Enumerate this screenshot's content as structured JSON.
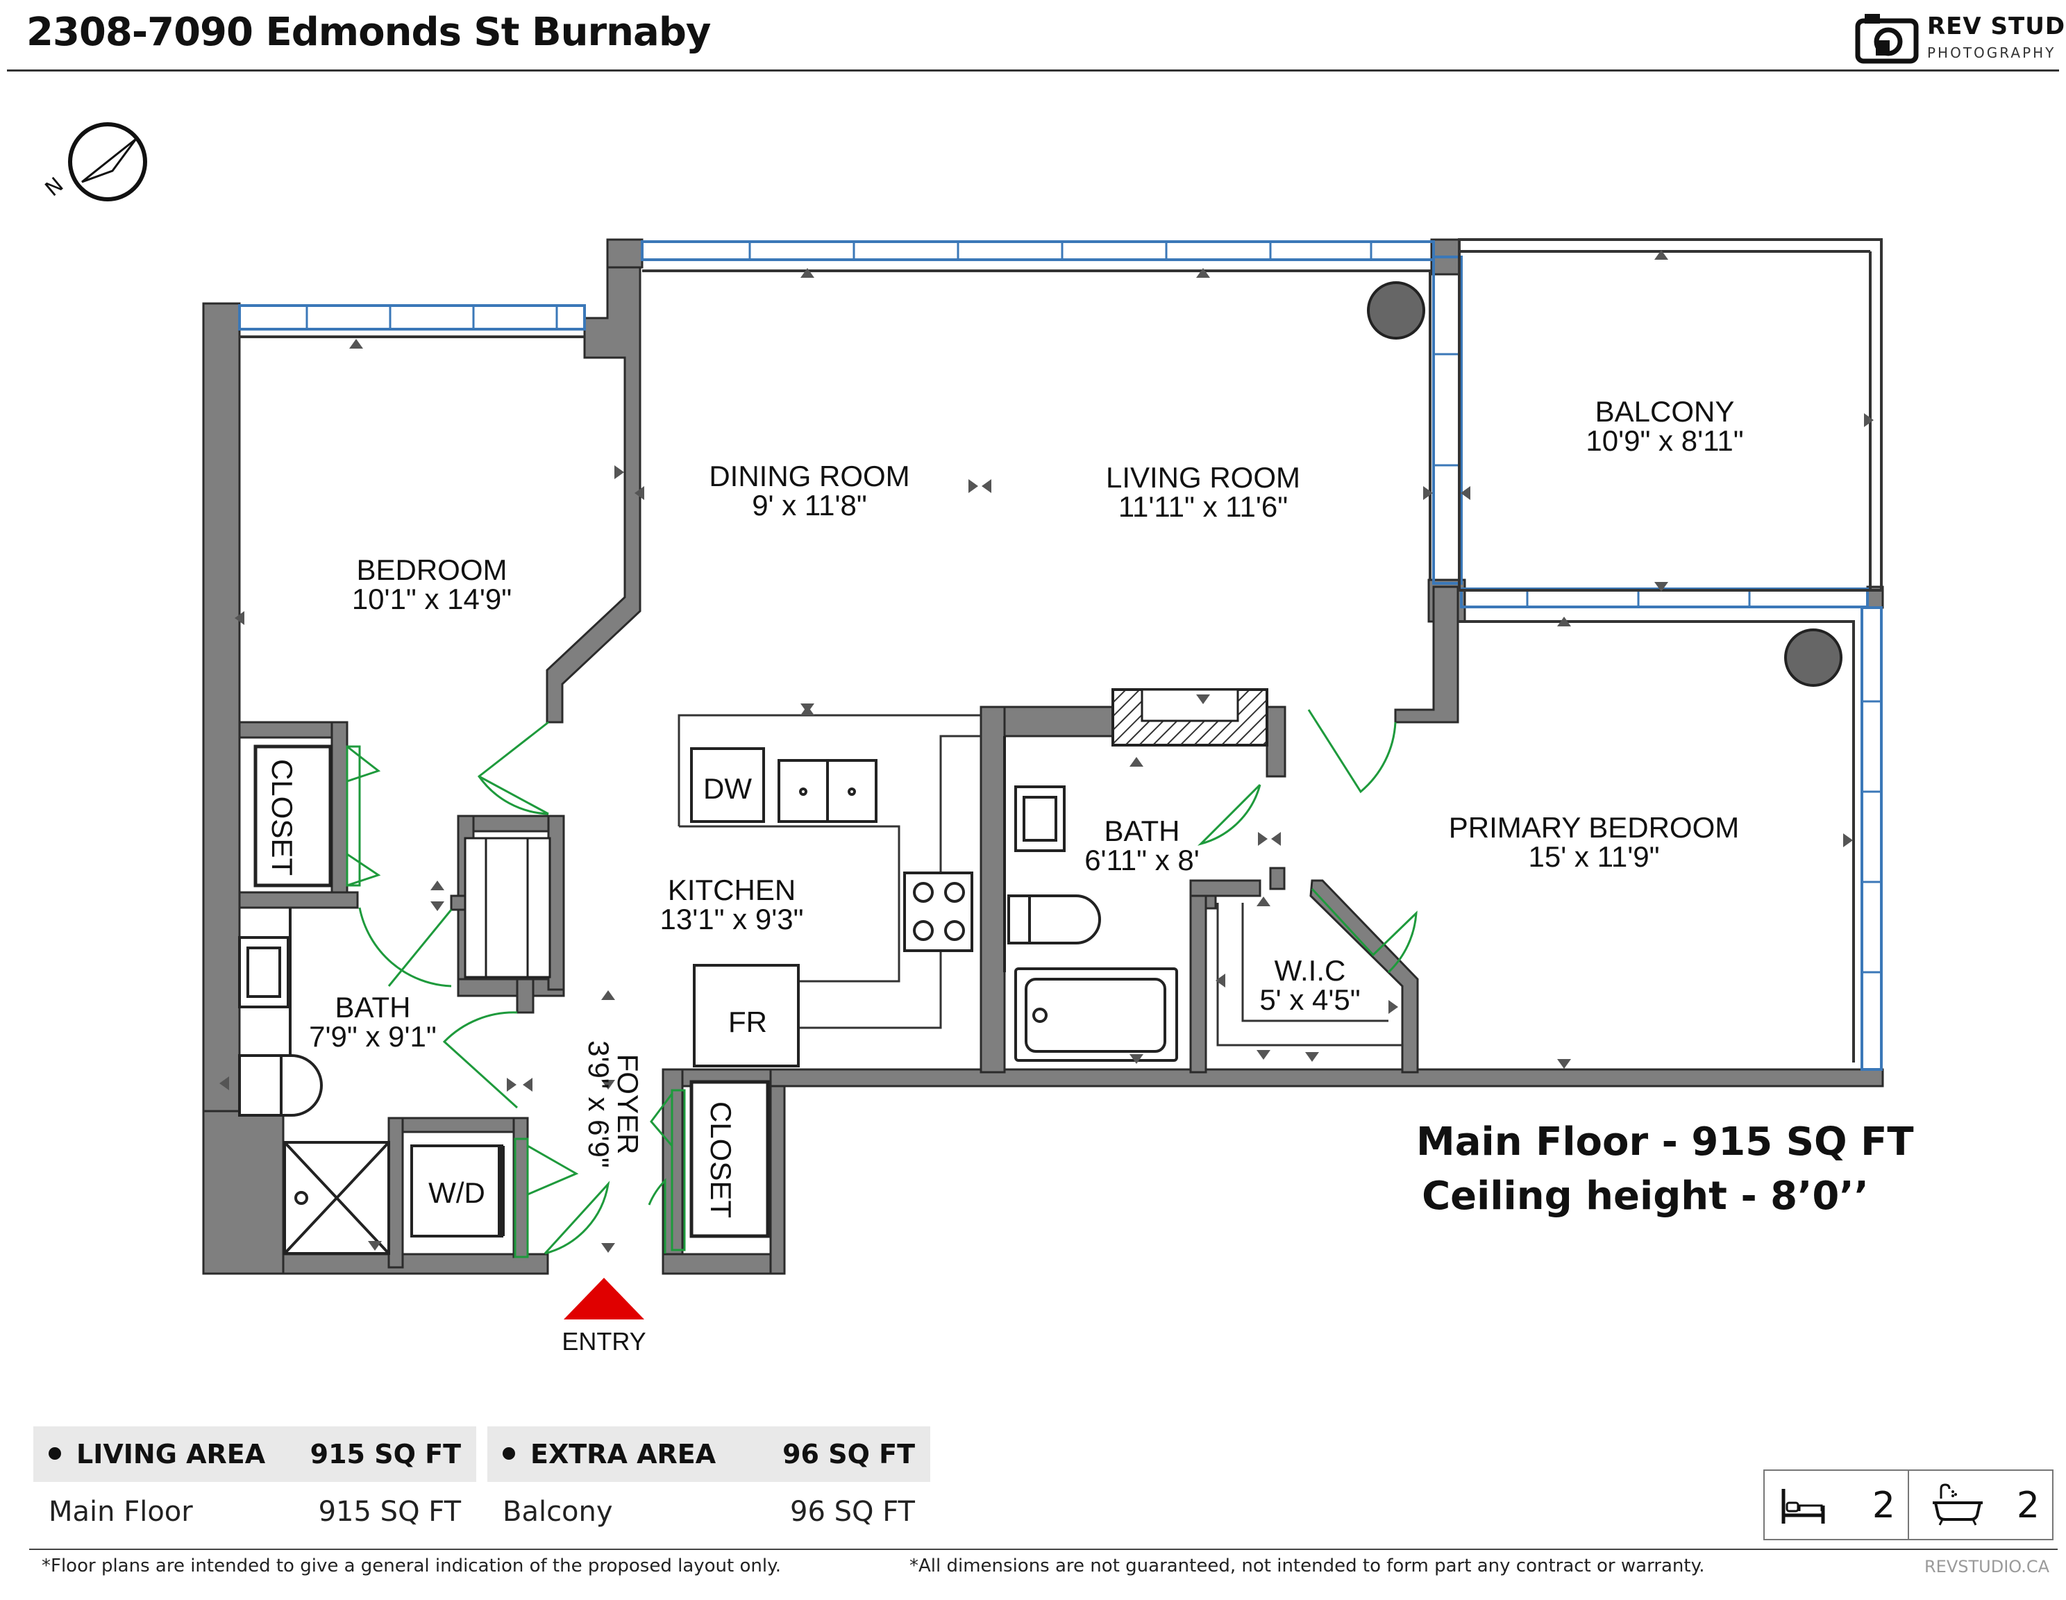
{
  "header": {
    "title": "2308-7090 Edmonds St Burnaby"
  },
  "logo": {
    "brand": "REV STUDIO",
    "sub": "PHOTOGRAPHY",
    "icon": "camera-icon"
  },
  "compass": {
    "label": "N",
    "icon": "compass-icon"
  },
  "rooms": {
    "bedroom": {
      "name": "BEDROOM",
      "size": "10'1\" x 14'9\""
    },
    "dining": {
      "name": "DINING ROOM",
      "size": "9' x 11'8\""
    },
    "living": {
      "name": "LIVING ROOM",
      "size": "11'11\" x 11'6\""
    },
    "balcony": {
      "name": "BALCONY",
      "size": "10'9\" x 8'11\""
    },
    "primary": {
      "name": "PRIMARY BEDROOM",
      "size": "15' x 11'9\""
    },
    "kitchen": {
      "name": "KITCHEN",
      "size": "13'1\" x 9'3\""
    },
    "bath2": {
      "name": "BATH",
      "size": "6'11\" x 8'"
    },
    "wic": {
      "name": "W.I.C",
      "size": "5' x 4'5\""
    },
    "bath1": {
      "name": "BATH",
      "size": "7'9\" x 9'1\""
    },
    "foyer": {
      "name": "FOYER",
      "size": "3'9\" x 6'9\""
    }
  },
  "labels": {
    "closet_left": "CLOSET",
    "closet_entry": "CLOSET",
    "dw": "DW",
    "fr": "FR",
    "wd": "W/D",
    "entry": "ENTRY"
  },
  "summary": {
    "line1": "Main Floor - 915 SQ FT",
    "line2": "Ceiling height - 8’0’’"
  },
  "areas": {
    "living": {
      "label": "LIVING AREA",
      "total": "915 SQ FT",
      "row_name": "Main Floor",
      "row_value": "915 SQ FT"
    },
    "extra": {
      "label": "EXTRA AREA",
      "total": "96 SQ FT",
      "row_name": "Balcony",
      "row_value": "96 SQ FT"
    }
  },
  "counts": {
    "beds": "2",
    "baths": "2",
    "bed_icon": "bed-icon",
    "bath_icon": "bathtub-icon"
  },
  "footer": {
    "disclaimer_left": "*Floor plans are intended to give a general indication of the proposed layout only.",
    "disclaimer_right": "*All dimensions are not guaranteed, not intended to form part any contract or warranty.",
    "site": "REVSTUDIO.CA"
  },
  "colors": {
    "wall": "#7f7f7f",
    "window": "#3b78b8",
    "door": "#1e9a3c",
    "entry_marker": "#e00000"
  }
}
